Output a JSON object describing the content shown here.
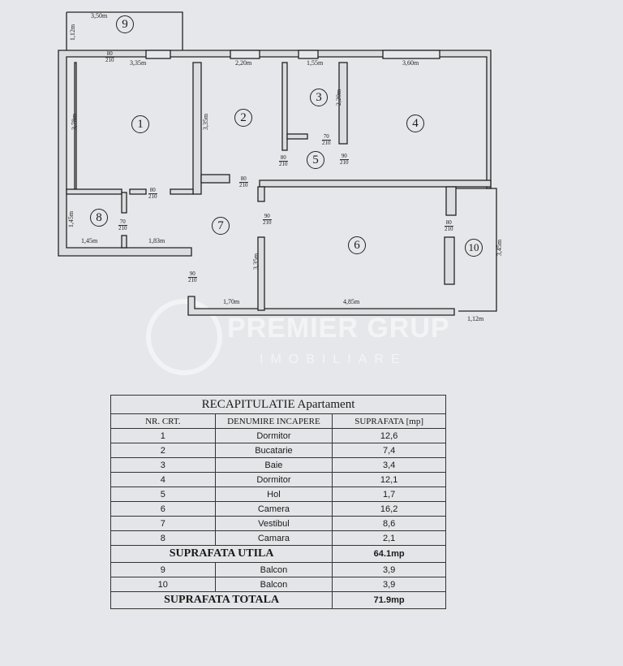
{
  "watermark": {
    "brand": "PREMIER GRUP",
    "sub": "IMOBILIARE"
  },
  "plan": {
    "rooms": [
      "1",
      "2",
      "3",
      "4",
      "5",
      "6",
      "7",
      "8",
      "9",
      "10"
    ],
    "doors": [
      {
        "w": "80",
        "h": "210"
      },
      {
        "w": "80",
        "h": "210"
      },
      {
        "w": "80",
        "h": "210"
      },
      {
        "w": "80",
        "h": "210"
      },
      {
        "w": "70",
        "h": "210"
      },
      {
        "w": "90",
        "h": "210"
      },
      {
        "w": "90",
        "h": "210"
      },
      {
        "w": "80",
        "h": "210"
      },
      {
        "w": "70",
        "h": "210"
      },
      {
        "w": "90",
        "h": "210"
      }
    ],
    "dims": {
      "balcony9_w": "3,50m",
      "balcony9_h": "1,12m",
      "r1_w": "3,35m",
      "r2_w": "2,20m",
      "r3_w": "1,55m",
      "r4_w": "3,60m",
      "r1_h": "3,78m",
      "r2_h": "3,35m",
      "r3_h": "2,20m",
      "r8_h": "1,45m",
      "r8_w": "1,45m",
      "r7_w": "1,83m",
      "r6_h": "3,35m",
      "r7_b": "1,70m",
      "r6_w": "4,85m",
      "balcony10_w": "1,12m",
      "balcony10_h": "3,45m"
    }
  },
  "table": {
    "title": "RECAPITULATIE Apartament",
    "headers": [
      "NR. CRT.",
      "DENUMIRE INCAPERE",
      "SUPRAFATA [mp]"
    ],
    "rows": [
      [
        "1",
        "Dormitor",
        "12,6"
      ],
      [
        "2",
        "Bucatarie",
        "7,4"
      ],
      [
        "3",
        "Baie",
        "3,4"
      ],
      [
        "4",
        "Dormitor",
        "12,1"
      ],
      [
        "5",
        "Hol",
        "1,7"
      ],
      [
        "6",
        "Camera",
        "16,2"
      ],
      [
        "7",
        "Vestibul",
        "8,6"
      ],
      [
        "8",
        "Camara",
        "2,1"
      ]
    ],
    "utila_label": "SUPRAFATA UTILA",
    "utila_value": "64.1mp",
    "balconies": [
      [
        "9",
        "Balcon",
        "3,9"
      ],
      [
        "10",
        "Balcon",
        "3,9"
      ]
    ],
    "totala_label": "SUPRAFATA TOTALA",
    "totala_value": "71.9mp"
  }
}
